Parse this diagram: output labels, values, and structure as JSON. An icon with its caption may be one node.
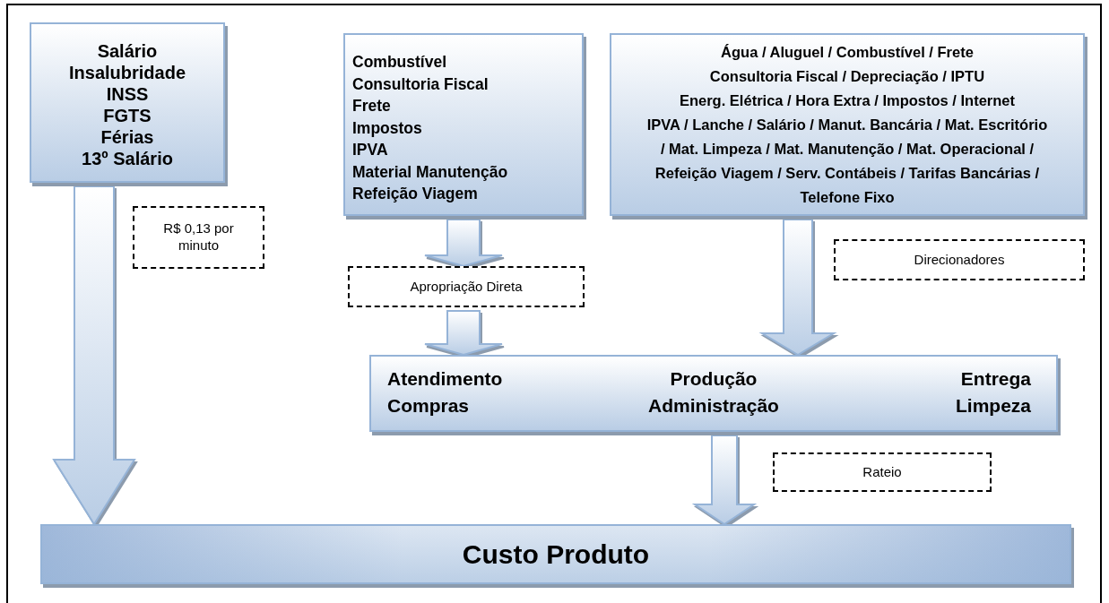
{
  "diagram": {
    "nodes": [
      {
        "text": [
          "Salário",
          "Insalubridade",
          "INSS",
          "FGTS",
          "Férias",
          "13º Salário"
        ]
      },
      {
        "text": [
          "Combustível",
          "Consultoria Fiscal",
          "Frete",
          "Impostos",
          "IPVA",
          "Material Manutenção",
          "Refeição Viagem"
        ]
      },
      {
        "text": [
          "Água / Aluguel / Combustível / Frete",
          "Consultoria Fiscal / Depreciação / IPTU",
          "Energ. Elétrica / Hora Extra / Impostos / Internet",
          "IPVA / Lanche / Salário / Manut. Bancária / Mat. Escritório / Mat. Limpeza / Mat. Manutenção / Mat. Operacional / Refeição Viagem / Serv. Contábeis / Tarifas Bancárias / Telefone Fixo"
        ]
      },
      {
        "text": [
          "R$ 0,13 por minuto"
        ]
      },
      {
        "text": [
          "Direcionadores"
        ]
      },
      {
        "text": [
          "Apropriação Direta"
        ]
      },
      {
        "text": [
          "Atendimento Compras",
          "Produção Administração",
          "Entrega Limpeza"
        ]
      },
      {
        "text": [
          "Rateio"
        ]
      },
      {
        "text": [
          "Custo Produto"
        ]
      }
    ],
    "edges": [
      {
        "from": 0,
        "to": 8,
        "arrow": "to"
      },
      {
        "from": 1,
        "to": 5,
        "arrow": "to"
      },
      {
        "from": 5,
        "to": 6,
        "arrow": "to"
      },
      {
        "from": 2,
        "to": 6,
        "arrow": "to"
      },
      {
        "from": 6,
        "to": 8,
        "arrow": "to"
      }
    ]
  }
}
